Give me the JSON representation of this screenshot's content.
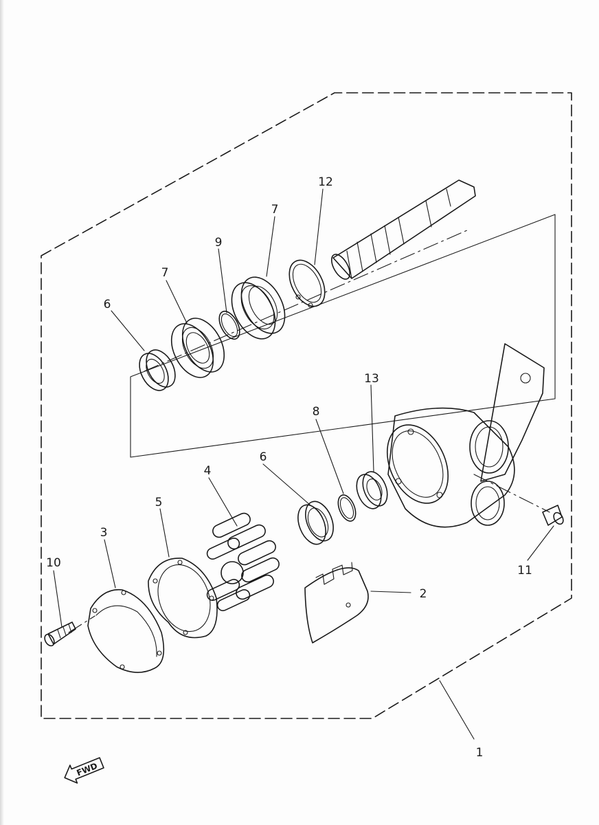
{
  "callouts": {
    "c1": "1",
    "c2": "2",
    "c3": "3",
    "c4": "4",
    "c5": "5",
    "c6a": "6",
    "c6b": "6",
    "c7a": "7",
    "c7b": "7",
    "c8": "8",
    "c9": "9",
    "c10": "10",
    "c11": "11",
    "c12": "12",
    "c13": "13"
  },
  "direction_badge": {
    "label": "FWD"
  },
  "colors": {
    "ink": "#1a1a1a",
    "paper": "#fdfdfd"
  },
  "icons": {
    "direction": "arrow-left-icon"
  }
}
